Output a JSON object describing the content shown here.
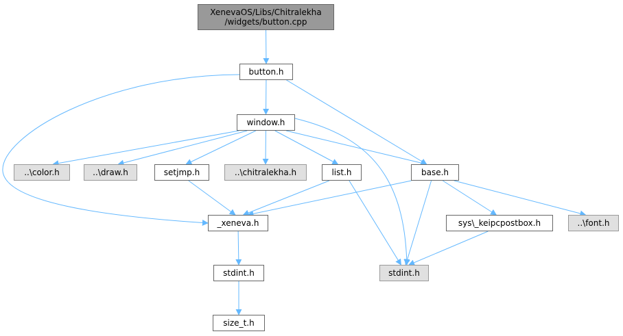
{
  "graph": {
    "root": {
      "line1": "XenevaOS/Libs/Chitralekha",
      "line2": "/widgets/button.cpp"
    },
    "nodes": {
      "button_h": "button.h",
      "window_h": "window.h",
      "color_h": "..\\color.h",
      "draw_h": "..\\draw.h",
      "setjmp_h": "setjmp.h",
      "chitralekha_h": "..\\chitralekha.h",
      "list_h": "list.h",
      "base_h": "base.h",
      "xeneva_h": "_xeneva.h",
      "keipcpostbox_h": "sys\\_keipcpostbox.h",
      "font_h": "..\\font.h",
      "stdint_local_h": "stdint.h",
      "stdint_sys_h": "stdint.h",
      "size_t_h": "size_t.h"
    },
    "external_nodes": [
      "color_h",
      "draw_h",
      "chitralekha_h",
      "font_h",
      "stdint_sys_h"
    ],
    "edges": [
      [
        "root",
        "button_h"
      ],
      [
        "button_h",
        "window_h"
      ],
      [
        "button_h",
        "xeneva_h"
      ],
      [
        "button_h",
        "base_h"
      ],
      [
        "window_h",
        "color_h"
      ],
      [
        "window_h",
        "draw_h"
      ],
      [
        "window_h",
        "setjmp_h"
      ],
      [
        "window_h",
        "chitralekha_h"
      ],
      [
        "window_h",
        "list_h"
      ],
      [
        "window_h",
        "base_h"
      ],
      [
        "window_h",
        "stdint_sys_h"
      ],
      [
        "setjmp_h",
        "xeneva_h"
      ],
      [
        "list_h",
        "xeneva_h"
      ],
      [
        "list_h",
        "stdint_sys_h"
      ],
      [
        "base_h",
        "xeneva_h"
      ],
      [
        "base_h",
        "stdint_sys_h"
      ],
      [
        "base_h",
        "keipcpostbox_h"
      ],
      [
        "base_h",
        "font_h"
      ],
      [
        "keipcpostbox_h",
        "stdint_sys_h"
      ],
      [
        "xeneva_h",
        "stdint_local_h"
      ],
      [
        "stdint_local_h",
        "size_t_h"
      ]
    ],
    "colors": {
      "edge": "#63b8ff",
      "root_fill": "#999999",
      "external_fill": "#e0e0e0",
      "border": "#666666"
    }
  }
}
